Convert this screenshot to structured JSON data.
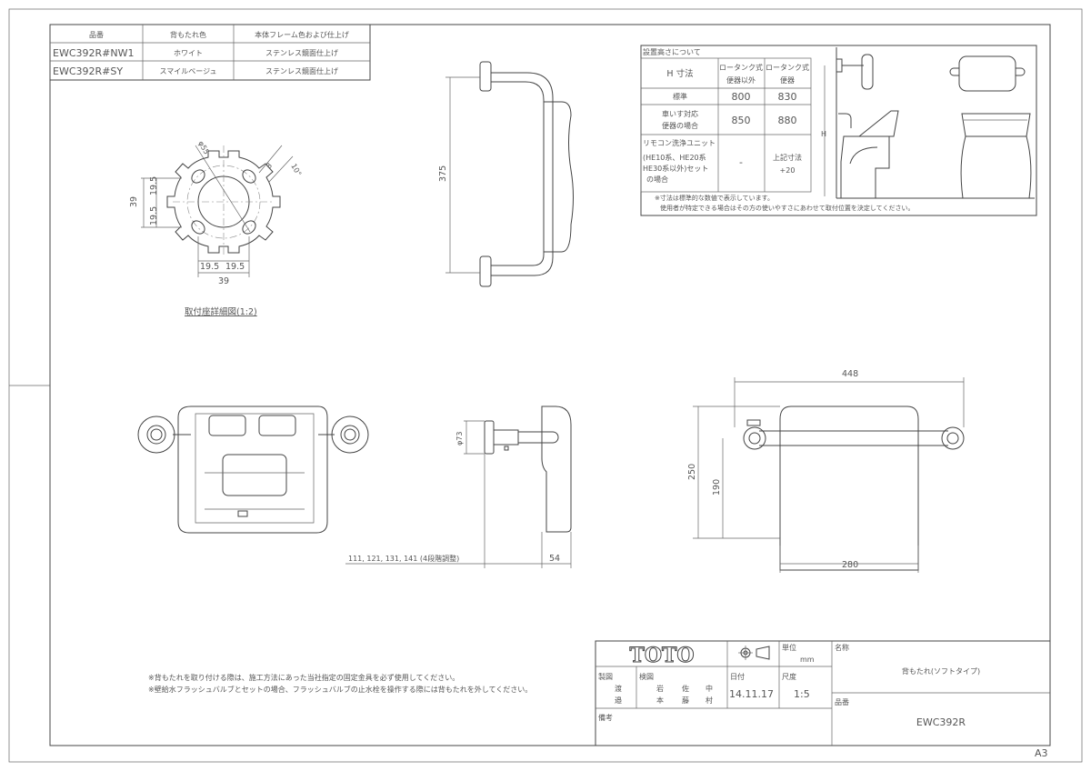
{
  "model_table": {
    "headers": [
      "品番",
      "背もたれ色",
      "本体フレーム色および仕上げ"
    ],
    "rows": [
      [
        "EWC392R#NW1",
        "ホワイト",
        "ステンレス鏡面仕上げ"
      ],
      [
        "EWC392R#SY",
        "スマイルベージュ",
        "ステンレス鏡面仕上げ"
      ]
    ]
  },
  "install_height": {
    "title": "設置高さについて",
    "header": [
      "H 寸法",
      "ロータンク式",
      "便器以外",
      "ロータンク式",
      "便器"
    ],
    "rows": [
      {
        "label": [
          "標準"
        ],
        "a": "800",
        "b": "830"
      },
      {
        "label": [
          "車いす対応",
          "便器の場合"
        ],
        "a": "850",
        "b": "880"
      },
      {
        "label": [
          "リモコン洗浄ユニット",
          "(HE10系、HE20系",
          "HE30系以外)セット",
          "の場合"
        ],
        "a": "-",
        "b": [
          "上記寸法",
          "+20"
        ]
      }
    ],
    "notes": [
      "※寸法は標準的な数値で表示しています。",
      "使用者が特定できる場合はその方の使いやすさにあわせて取付位置を決定してください。"
    ],
    "h_label": "H"
  },
  "detail": {
    "title": "取付座詳細図(1:2)",
    "dims": {
      "phi55": "φ55",
      "d8": "8",
      "d10": "10°",
      "d39v": "39",
      "d195a": "19.5",
      "d195b": "19.5",
      "d195c": "19.5",
      "d195d": "19.5",
      "d39h": "39"
    }
  },
  "dims": {
    "d375": "375",
    "phi73": "φ73",
    "adjust": "111, 121, 131, 141 (4段階調整)",
    "d54": "54",
    "d448": "448",
    "d250": "250",
    "d190": "190",
    "d280": "280"
  },
  "notes": [
    "※背もたれを取り付ける際は、施工方法にあった当社指定の固定金具を必ず使用してください。",
    "※壁給水フラッシュバルブとセットの場合、フラッシュバルブの止水栓を操作する際には背もたれを外してください。"
  ],
  "title_block": {
    "logo": "TOTO",
    "unit_label": "単位",
    "unit": "mm",
    "name_label": "名称",
    "name": "背もたれ(ソフトタイプ)",
    "drawn_label": "製図",
    "drawn": [
      "渡",
      "邉"
    ],
    "checked_label": "検図",
    "checked": [
      "岩",
      "本",
      "佐",
      "藤",
      "中",
      "村"
    ],
    "date_label": "日付",
    "date": "14.11.17",
    "scale_label": "尺度",
    "scale": "1:5",
    "part_label": "品番",
    "part": "EWC392R",
    "remarks_label": "備考"
  },
  "sheet_size": "A3"
}
